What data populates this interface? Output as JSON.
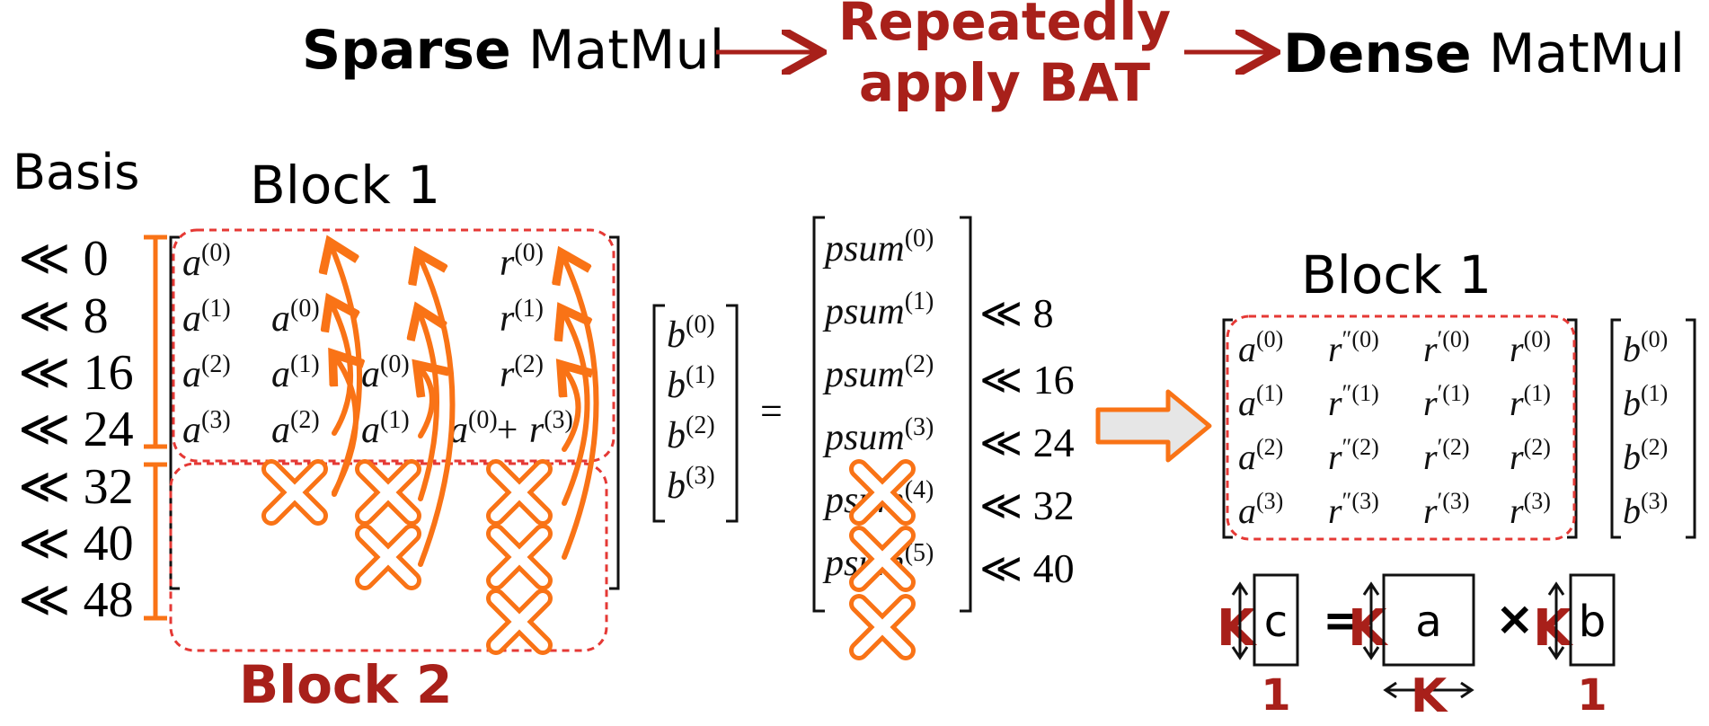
{
  "header": {
    "sparse_bold": "Sparse",
    "sparse_rest": " MatMul",
    "middle_line1": "Repeatedly",
    "middle_line2": "apply BAT",
    "dense_bold": "Dense",
    "dense_rest": " MatMul"
  },
  "labels": {
    "basis": "Basis",
    "block1_left": "Block 1",
    "block2": "Block 2",
    "block1_right": "Block 1",
    "equals": "="
  },
  "shifts": [
    "≪ 0",
    "≪ 8",
    "≪ 16",
    "≪ 24",
    "≪ 32",
    "≪ 40",
    "≪ 48"
  ],
  "psum_shifts": [
    "≪ 8",
    "≪ 16",
    "≪ 24",
    "≪ 32",
    "≪ 40"
  ],
  "left_matrix": {
    "col0": [
      "a",
      "a",
      "a",
      "a"
    ],
    "col0_sup": [
      "(0)",
      "(1)",
      "(2)",
      "(3)"
    ],
    "col1": [
      "a",
      "a",
      "a"
    ],
    "col1_sup": [
      "(0)",
      "(1)",
      "(2)"
    ],
    "col2": [
      "a",
      "a"
    ],
    "col2_sup": [
      "(0)",
      "(1)"
    ],
    "col3": [
      "a"
    ],
    "col3_sup": [
      "(0)"
    ],
    "col4": [
      "r",
      "r",
      "r",
      "+ r"
    ],
    "col4_sup": [
      "(0)",
      "(1)",
      "(2)",
      "(3)"
    ]
  },
  "b_vector": {
    "var": "b",
    "sups": [
      "(0)",
      "(1)",
      "(2)",
      "(3)"
    ]
  },
  "psum_vector": {
    "var": "psum",
    "sups": [
      "(0)",
      "(1)",
      "(2)",
      "(3)",
      "(4)",
      "(5)"
    ]
  },
  "dense_matrix": {
    "col0": {
      "var": "a",
      "prime": "",
      "sups": [
        "(0)",
        "(1)",
        "(2)",
        "(3)"
      ]
    },
    "col1": {
      "var": "r",
      "prime": "″",
      "sups": [
        "(0)",
        "(1)",
        "(2)",
        "(3)"
      ]
    },
    "col2": {
      "var": "r",
      "prime": "′",
      "sups": [
        "(0)",
        "(1)",
        "(2)",
        "(3)"
      ]
    },
    "col3": {
      "var": "r",
      "prime": "",
      "sups": [
        "(0)",
        "(1)",
        "(2)",
        "(3)"
      ]
    }
  },
  "legend": {
    "c": "c",
    "a": "a",
    "b": "b",
    "K": "K",
    "one": "1",
    "equals": "=",
    "times": "×"
  },
  "colors": {
    "dark_red": "#a8201a",
    "orange": "#f97316",
    "dashed_red": "#e53935",
    "black": "#111111"
  }
}
